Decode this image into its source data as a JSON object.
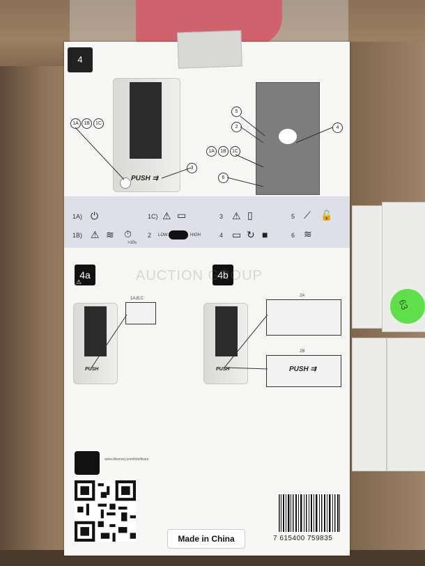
{
  "scene": {
    "top_badge": "4",
    "callouts": {
      "c1a": "1A",
      "c1b": "1B",
      "c1c": "1C",
      "c2": "2",
      "c3": "3",
      "c4": "4",
      "c5": "5",
      "c6": "6"
    },
    "push_label": "PUSH",
    "legend": {
      "r1a": "1A)",
      "r1b": "1B)",
      "r1c": "1C)",
      "r2": "2",
      "r3": "3",
      "r4": "4",
      "r5": "5",
      "r6": "6",
      "low": "LOW",
      "high": "HIGH",
      "timer": ">10s"
    },
    "step_a": {
      "badge": "4a",
      "zoom_label": "1A,B,C"
    },
    "step_b": {
      "badge": "4b",
      "zoom_top": "2A",
      "zoom_bottom": "2B"
    },
    "watermark": "AUCTION GROUP",
    "url": "www.diversey.com/intellicare",
    "made_in": "Made in China",
    "barcode_number": "7 615400 759835",
    "sticker_text": "63",
    "colors": {
      "legend_band": "#dedfe8",
      "red_bag": "#c41c2a",
      "sticker": "#5fe04a"
    }
  }
}
